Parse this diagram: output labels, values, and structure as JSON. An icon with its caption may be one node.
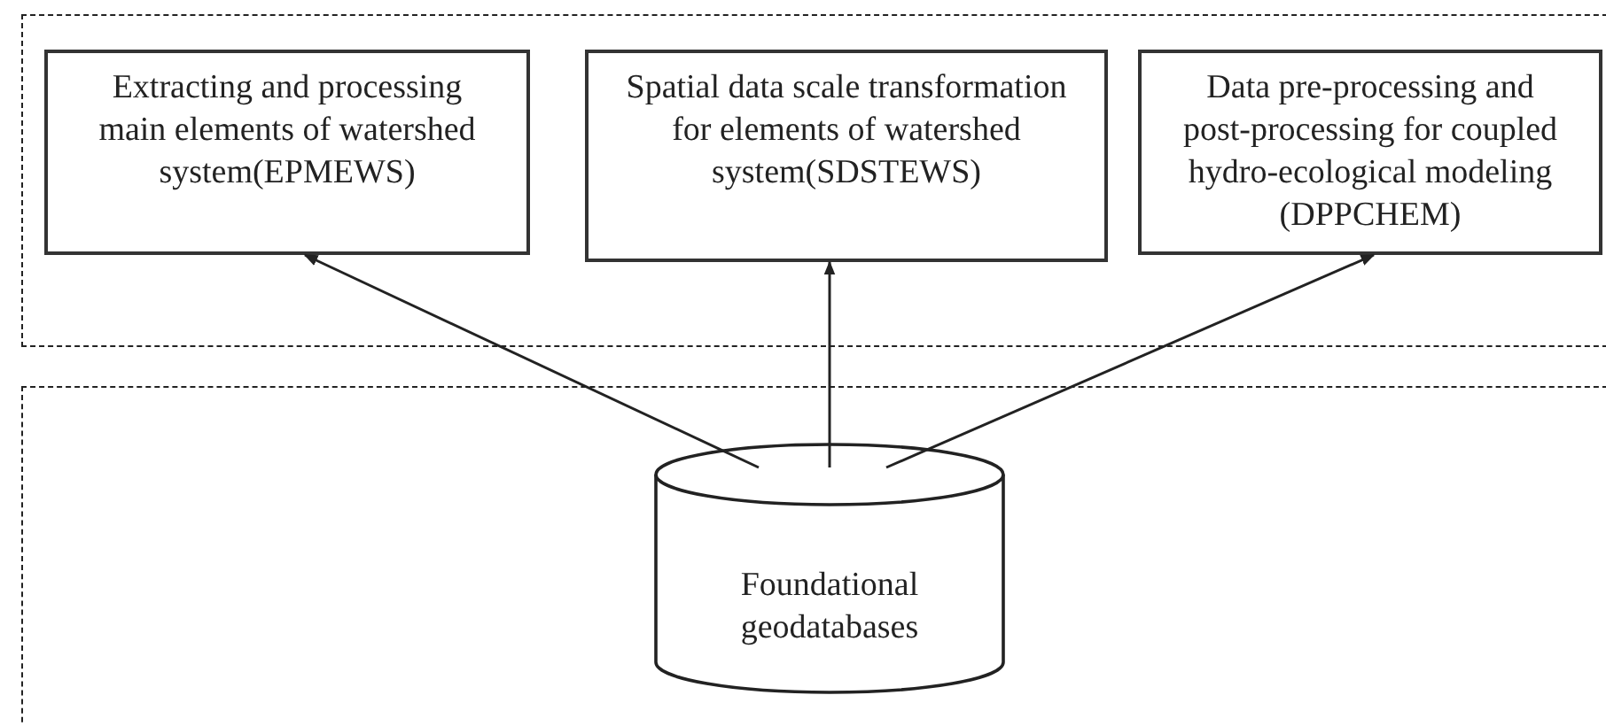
{
  "diagram": {
    "nodes": [
      {
        "text": [],
        "shape": "box"
      },
      {
        "text": [
          "Extracting and processing main elements of watershed system(EPMEWS)"
        ],
        "in": 0
      },
      {
        "text": [
          "Spatial data scale transformation for elements of watershed system(SDSTEWS)"
        ],
        "in": 0
      },
      {
        "text": [
          "Data pre-processing and post-processing for coupled hydro-ecological modeling (DPPCHEM)"
        ],
        "in": 0
      },
      {
        "text": [],
        "shape": "box"
      },
      {
        "text": [
          "Foundational geodatabases"
        ],
        "in": 4
      }
    ],
    "edges": [
      {
        "from": 5,
        "to": 1,
        "arrow": "to"
      },
      {
        "from": 5,
        "to": 2,
        "arrow": "to"
      },
      {
        "from": 5,
        "to": 3,
        "arrow": "to"
      }
    ]
  }
}
